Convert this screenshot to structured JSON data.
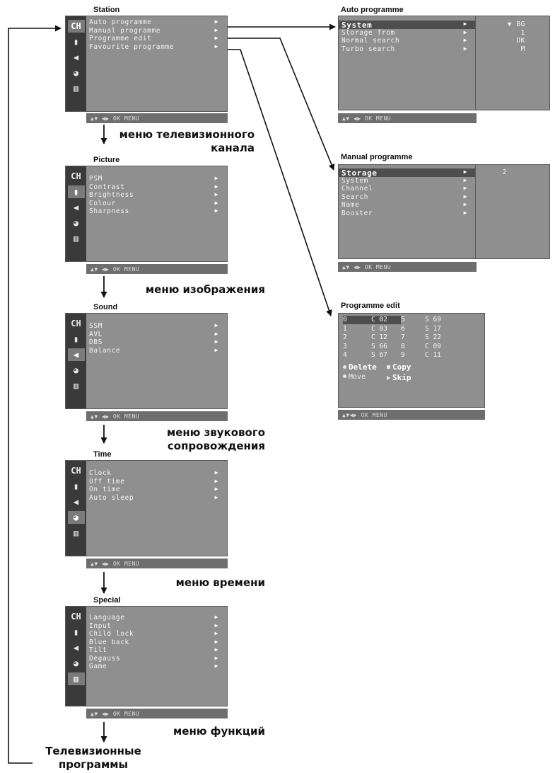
{
  "icons": [
    {
      "name": "station-icon",
      "glyph": "CH"
    },
    {
      "name": "picture-icon",
      "glyph": "▮"
    },
    {
      "name": "sound-icon",
      "glyph": "◀"
    },
    {
      "name": "time-icon",
      "glyph": "◕"
    },
    {
      "name": "special-icon",
      "glyph": "▥"
    }
  ],
  "nav_hint": "▲▼ ◀▶ OK MENU",
  "menus": {
    "station": {
      "title": "Station",
      "items": [
        "Auto programme",
        "Manual programme",
        "Programme edit",
        "Favourite programme"
      ],
      "caption": [
        "меню телевизионного",
        "канала"
      ]
    },
    "picture": {
      "title": "Picture",
      "items": [
        "PSM",
        "Contrast",
        "Brightness",
        "Colour",
        "Sharpness"
      ],
      "caption": [
        "меню изображения"
      ]
    },
    "sound": {
      "title": "Sound",
      "items": [
        "SSM",
        "AVL",
        "DBS",
        "Balance"
      ],
      "caption": [
        "меню звукового",
        "сопровождения"
      ]
    },
    "time": {
      "title": "Time",
      "items": [
        "Clock",
        "Off time",
        "On time",
        "Auto sleep"
      ],
      "caption": [
        "меню времени"
      ]
    },
    "special": {
      "title": "Special",
      "items": [
        "Language",
        "Input",
        "Child lock",
        "Blue back",
        "Tilt",
        "Degauss",
        "Game"
      ],
      "caption": [
        "меню функций"
      ]
    }
  },
  "auto_programme": {
    "title": "Auto programme",
    "items": [
      "System",
      "Storage from",
      "Normal search",
      "Turbo search"
    ],
    "values": [
      "▼ BG",
      "1",
      "OK",
      "M"
    ]
  },
  "manual_programme": {
    "title": "Manual programme",
    "items": [
      "Storage",
      "System",
      "Channel",
      "Search",
      "Name",
      "Booster"
    ],
    "values": [
      "2"
    ]
  },
  "programme_edit": {
    "title": "Programme edit",
    "rows": [
      [
        "0",
        "C 02",
        "5",
        "S 69"
      ],
      [
        "1",
        "C 03",
        "6",
        "S 17"
      ],
      [
        "2",
        "C 12",
        "7",
        "S 22"
      ],
      [
        "3",
        "S 66",
        "8",
        "C 09"
      ],
      [
        "4",
        "S 67",
        "9",
        "C 11"
      ]
    ],
    "legend": {
      "delete": "Delete",
      "copy": "Copy",
      "move": "Move",
      "skip": "Skip"
    },
    "nav_hint": "▲▼◀▶ OK MENU"
  },
  "footer_caption": [
    "Телевизионные",
    "программы"
  ]
}
